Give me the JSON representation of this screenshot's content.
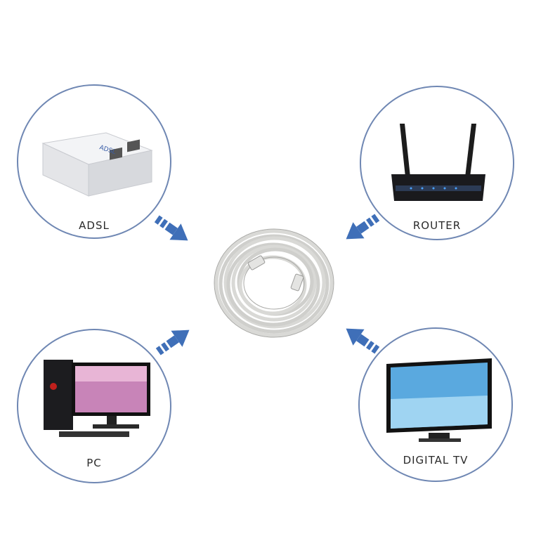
{
  "diagram": {
    "center": {
      "name": "cable-coil"
    },
    "nodes": [
      {
        "id": "adsl",
        "label": "ADSL",
        "icon": "splitter-icon"
      },
      {
        "id": "router",
        "label": "ROUTER",
        "icon": "router-icon"
      },
      {
        "id": "pc",
        "label": "PC",
        "icon": "desktop-pc-icon"
      },
      {
        "id": "tv",
        "label": "DIGITAL TV",
        "icon": "tv-icon"
      }
    ],
    "colors": {
      "circle": "#6f87b3",
      "arrow": "#3f6fb8",
      "cable": "#d9d9d6"
    }
  }
}
